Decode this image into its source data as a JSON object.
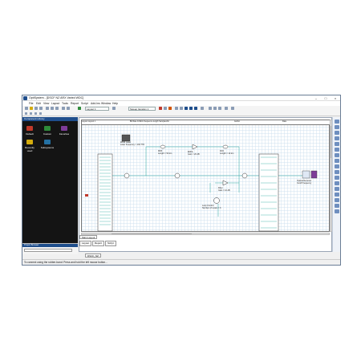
{
  "window": {
    "title": "OptiSystem - [DSCF NZ ARX Varied WDC]",
    "controls": [
      "–",
      "□",
      "×"
    ]
  },
  "menu": [
    "File",
    "Edit",
    "View",
    "Layout",
    "Tools",
    "Report",
    "Script",
    "Add-Ins",
    "Window",
    "Help"
  ],
  "toolbar": {
    "layout_combo": "Layout 1",
    "sweep_combo": "Sweep Iteration 1"
  },
  "library": {
    "title": "Component Library",
    "folders": [
      {
        "label": "Default",
        "color": "#c0392b"
      },
      {
        "label": "Custom",
        "color": "#2e8b3a"
      },
      {
        "label": "Favorites",
        "color": "#7d3c98"
      },
      {
        "label": "Recently used",
        "color": "#d4ac0d"
      },
      {
        "label": "Subsystems",
        "color": "#2471a3"
      }
    ],
    "browser_title": "Project Browser"
  },
  "layout_header": {
    "col1": "Layout Layout 1",
    "col2": "Bit Rate 10Gb/s   Sequence length   Samples/bit",
    "col3": "Author",
    "col4": "Date"
  },
  "components": {
    "cw_laser": "WDM Laser\nLaser frequency = 193 THz",
    "fiber_pmf": "PMF\nLength = 50 km",
    "edfa": "EDFA\nGain = 20 dB",
    "dcf": "DCF\nLength = 10 km",
    "filter": "Filter\nGain = 10 dB",
    "loop_control": "Loop Control\nNumber of Loops = 3",
    "receiver": "Optical Receiver\nCutoff frequency"
  },
  "tabs": {
    "main_layout": "Main Layout",
    "layout": "Layout",
    "report": "Report",
    "script": "Script",
    "project_tab": "DSCF_NZ"
  },
  "status": {
    "message": "To connect using the rubber-band: Press and hold the left mouse button..."
  },
  "colors": {
    "accent": "#1f4e8c",
    "wire": "#2aa7a0",
    "library_bg": "#141414"
  }
}
